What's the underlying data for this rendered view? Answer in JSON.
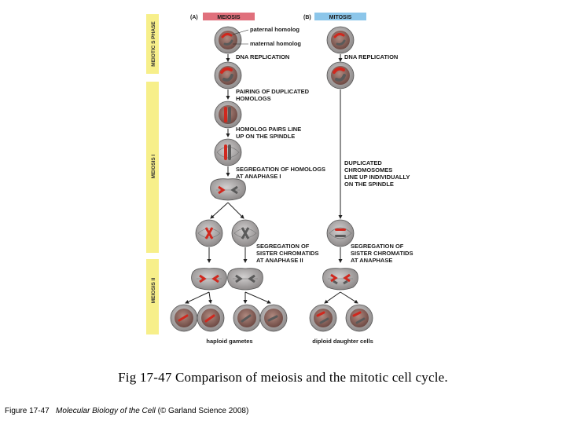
{
  "panels": {
    "a_letter": "(A)",
    "a_title": "MEIOSIS",
    "b_letter": "(B)",
    "b_title": "MITOSIS"
  },
  "phases": {
    "meiotic_s": "MEIOTIC S PHASE",
    "meiosis_1": "MEIOSIS I",
    "meiosis_2": "MEIOSIS II"
  },
  "labels": {
    "paternal": "paternal homolog",
    "maternal": "maternal homolog",
    "dna_rep_a": "DNA REPLICATION",
    "dna_rep_b": "DNA REPLICATION",
    "pairing_1": "PAIRING OF DUPLICATED",
    "pairing_2": "HOMOLOGS",
    "lineup_1": "HOMOLOG PAIRS LINE",
    "lineup_2": "UP ON THE SPINDLE",
    "seg_hom_1": "SEGREGATION OF HOMOLOGS",
    "seg_hom_2": "AT ANAPHASE I",
    "dup_1": "DUPLICATED",
    "dup_2": "CHROMOSOMES",
    "dup_3": "LINE UP INDIVIDUALLY",
    "dup_4": "ON THE SPINDLE",
    "seg_sis_a_1": "SEGREGATION OF",
    "seg_sis_a_2": "SISTER CHROMATIDS",
    "seg_sis_a_3": "AT ANAPHASE II",
    "seg_sis_b_1": "SEGREGATION OF",
    "seg_sis_b_2": "SISTER CHROMATIDS",
    "seg_sis_b_3": "AT ANAPHASE",
    "haploid": "haploid gametes",
    "diploid": "diploid daughter cells"
  },
  "caption": "Fig 17-47 Comparison of meiosis and the mitotic cell cycle.",
  "credit": {
    "prefix": "Figure 17-47",
    "book": "Molecular Biology of the Cell",
    "suffix": "(© Garland Science 2008)"
  },
  "colors": {
    "meiosis_tab": "#e0707c",
    "mitosis_tab": "#8cc6ea",
    "phase_bar": "#f7ef8a",
    "cell_fill": "#a8a4a4",
    "nucleus_fill": "#8a5a52",
    "paternal_chrom": "#d0281e",
    "maternal_chrom": "#5a5a5a"
  }
}
